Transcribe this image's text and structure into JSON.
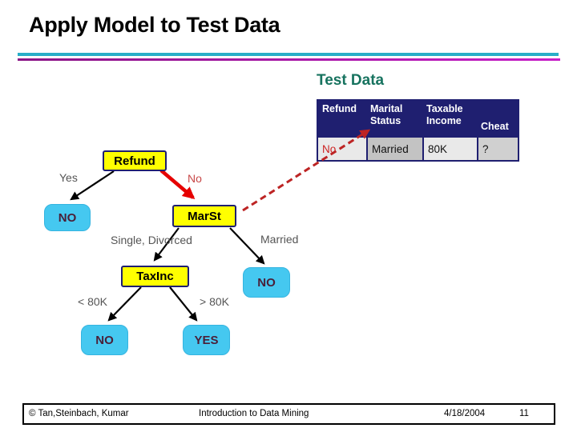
{
  "slide": {
    "title": "Apply Model to Test Data",
    "section_label": "Test Data"
  },
  "table": {
    "headers": [
      "Refund",
      "Marital Status",
      "Taxable Income",
      "Cheat"
    ],
    "row": [
      "No",
      "Married",
      "80K",
      "?"
    ]
  },
  "tree": {
    "nodes": {
      "refund": "Refund",
      "marst": "MarSt",
      "taxinc": "TaxInc"
    },
    "leaves": {
      "no_refund_yes": "NO",
      "no_married": "NO",
      "no_low_income": "NO",
      "yes_high_income": "YES"
    },
    "branches": {
      "yes": "Yes",
      "no": "No",
      "single_divorced": "Single, Divorced",
      "married": "Married",
      "lt_80k": "< 80K",
      "gt_80k": "> 80K"
    }
  },
  "footer": {
    "copyright": "© Tan,Steinbach, Kumar",
    "center": "Introduction to Data Mining",
    "date": "4/18/2004",
    "page": "11"
  },
  "colors": {
    "node_fill": "#ffff00",
    "node_border": "#1f1f70",
    "leaf_fill": "#45c8f0",
    "table_header_bg": "#1f1f70",
    "highlight_red": "#e60000",
    "dashed_red": "#bd2424",
    "teal_rule": "#28aec8",
    "magenta_rule": "#c71fc7",
    "section_label_color": "#17735f"
  }
}
